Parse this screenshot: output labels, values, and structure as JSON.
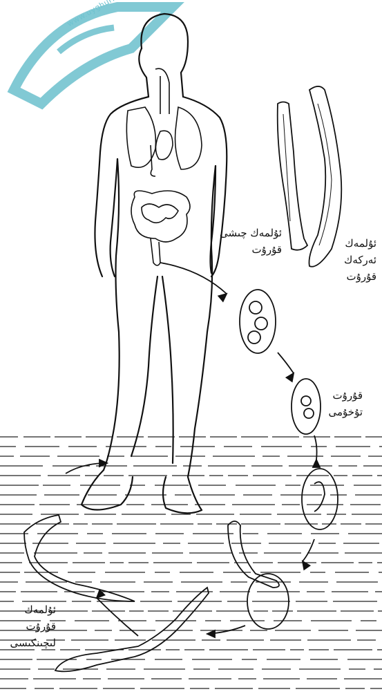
{
  "watermark": {
    "site": "www.uyghurkitap.com",
    "color": "#57b7c6"
  },
  "labels": {
    "female_worm": [
      "ئۇلمەك چىشى",
      "قۇرۇت"
    ],
    "male_worm": [
      "ئۇلمەك",
      "ئەركەك",
      "قۇرۇت"
    ],
    "egg": [
      "قۇرۇت",
      "تۇخۇمى"
    ],
    "larva": [
      "ئۇلمەك",
      "قۇرۇت",
      "لىچىنكىسى"
    ]
  },
  "colors": {
    "ink": "#111111",
    "paper": "#ffffff"
  }
}
